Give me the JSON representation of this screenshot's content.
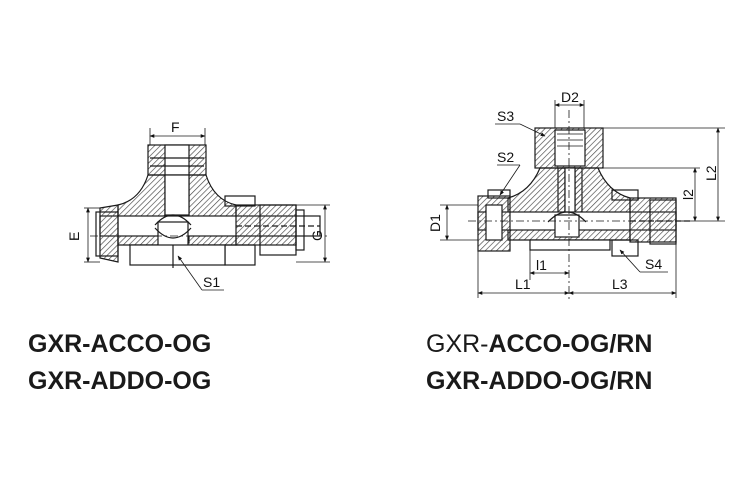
{
  "left_drawing": {
    "dimensions": {
      "top": "F",
      "left": "E",
      "right": "G",
      "bottom": "S1"
    }
  },
  "right_drawing": {
    "dimensions": {
      "top": "D2",
      "cap": "S3",
      "nut": "S2",
      "side": "D1",
      "height_short": "l2",
      "height_long": "L2",
      "length_inner": "l1",
      "length_left": "L1",
      "length_right": "L3",
      "nut_right": "S4"
    }
  },
  "codes_left": [
    {
      "text": "GXR-ACCO-OG"
    },
    {
      "text": "GXR-ADDO-OG"
    }
  ],
  "codes_right": [
    {
      "prefix": "GXR-",
      "rest": "ACCO-OG/RN"
    },
    {
      "prefix": "GXR-",
      "rest": "ADDO-OG/RN"
    }
  ],
  "colors": {
    "line": "#1a1a1a",
    "hatch": "#555555",
    "background": "#ffffff"
  }
}
